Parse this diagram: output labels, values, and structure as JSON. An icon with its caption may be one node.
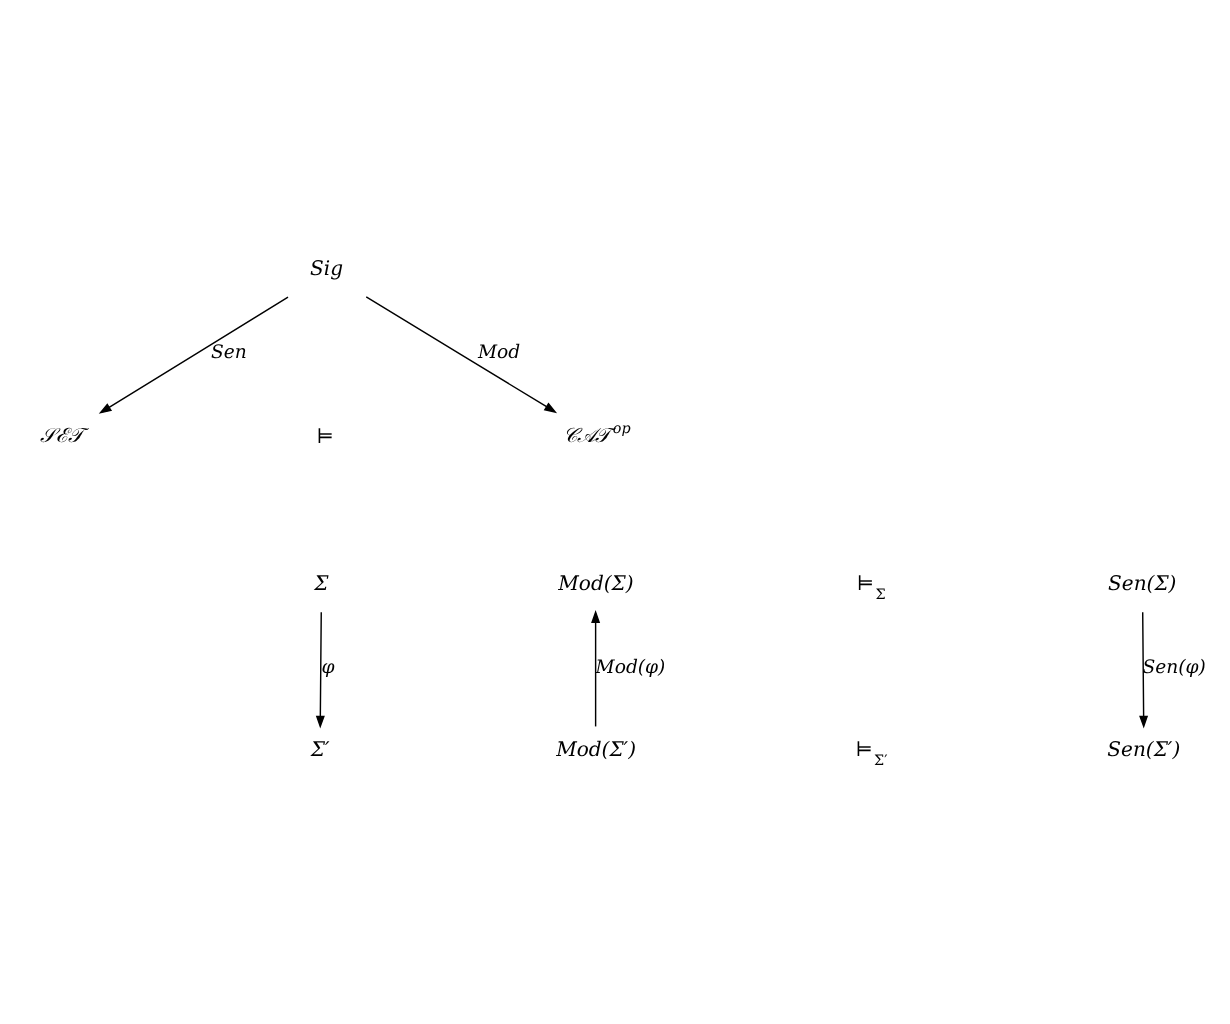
{
  "diagram": {
    "nodes": [
      {
        "text": [
          "Sig"
        ]
      },
      {
        "text": [
          "𝒮ℰ𝒯"
        ]
      },
      {
        "text": [
          "𝒞𝒜𝒯$^{op}$"
        ]
      },
      {
        "text": [
          "Σ"
        ]
      },
      {
        "text": [
          "Mod(Σ)"
        ]
      },
      {
        "text": [
          "Sen(Σ)"
        ]
      },
      {
        "text": [
          "Σ′"
        ]
      },
      {
        "text": [
          "Mod(Σ′)"
        ]
      },
      {
        "text": [
          "Sen(Σ′)"
        ]
      }
    ],
    "edges": [
      {
        "from": 0,
        "to": 1,
        "arrow": "to",
        "label": "Sen"
      },
      {
        "from": 0,
        "to": 2,
        "arrow": "to",
        "label": "Mod"
      },
      {
        "from": 3,
        "to": 6,
        "arrow": "to",
        "label": "φ"
      },
      {
        "from": 7,
        "to": 4,
        "arrow": "to",
        "label": "Mod(φ)"
      },
      {
        "from": 5,
        "to": 8,
        "arrow": "to",
        "label": "Sen(φ)"
      }
    ],
    "labels": [
      "⊨",
      "⊨$_{Σ}$",
      "⊨$_{Σ′}$"
    ]
  }
}
